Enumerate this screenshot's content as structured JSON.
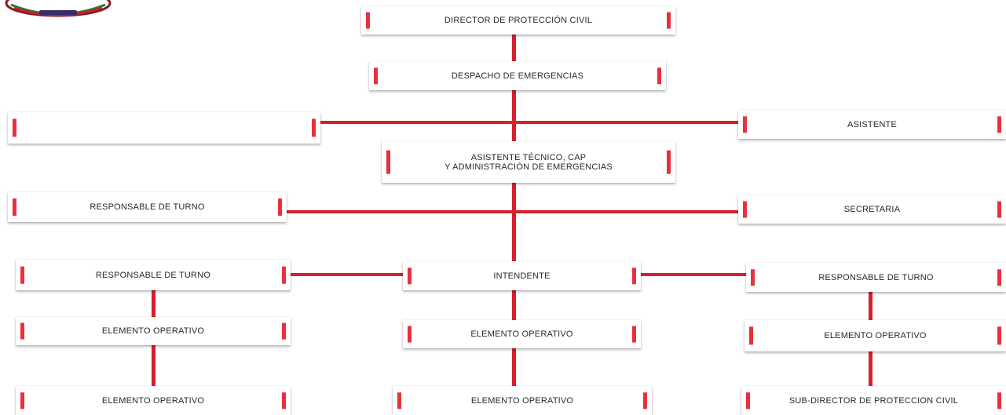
{
  "boxes": {
    "director": "DIRECTOR DE PROTECCIÓN CIVIL",
    "despacho": "DESPACHO DE EMERGENCIAS",
    "blank_left": "",
    "asistente": "ASISTENTE",
    "asistente_tecnico_line1": "ASISTENTE TÉCNICO, CAP",
    "asistente_tecnico_line2": "Y ADMINISTRACIÓN DE EMERGENCIAS",
    "resp_turno_upper": "RESPONSABLE DE TURNO",
    "secretaria": "SECRETARIA",
    "resp_turno_left": "RESPONSABLE DE TURNO",
    "intendente": "INTENDENTE",
    "resp_turno_right": "RESPONSABLE DE TURNO",
    "elem_op_left_1": "ELEMENTO OPERATIVO",
    "elem_op_center_1": "ELEMENTO OPERATIVO",
    "elem_op_right_1": "ELEMENTO OPERATIVO",
    "elem_op_left_2": "ELEMENTO OPERATIVO",
    "elem_op_center_2": "ELEMENTO OPERATIVO",
    "sub_director": "SUB-DIRECTOR DE PROTECCION CIVIL"
  },
  "colors": {
    "connector": "#d81f2d",
    "box_marker": "#e8303f"
  },
  "logo": {
    "icon": "municipal-seal-icon"
  }
}
